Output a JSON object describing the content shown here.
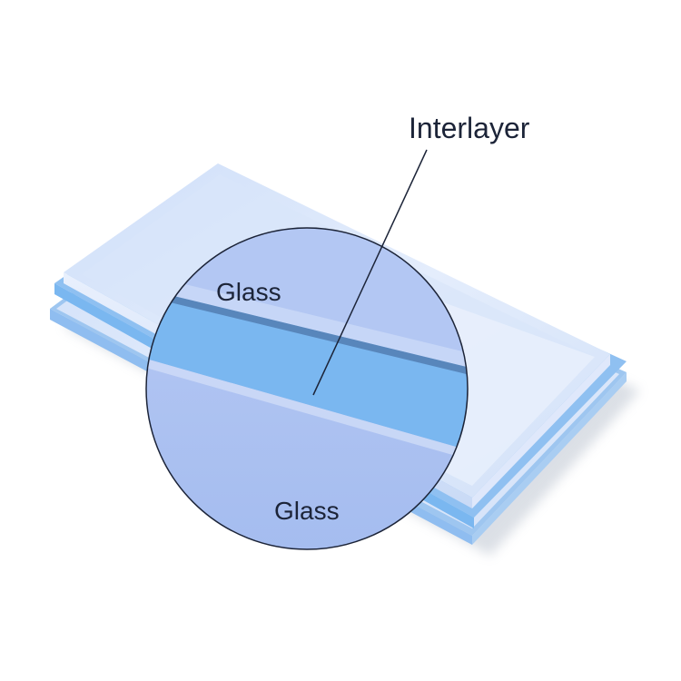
{
  "diagram": {
    "callout_label": "Interlayer",
    "top_layer_label": "Glass",
    "bottom_layer_label": "Glass"
  },
  "colors": {
    "glass_light": "#d6e4fb",
    "glass_mid": "#b8cdf6",
    "glass_edge": "#8fbdf0",
    "interlayer": "#7ab7f0",
    "outline": "#1c2438"
  }
}
